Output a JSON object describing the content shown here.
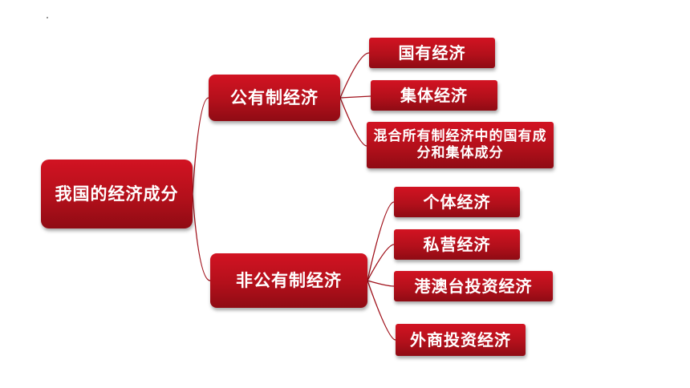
{
  "root": {
    "label": "我国的经济成分"
  },
  "public": {
    "label": "公有制经济",
    "children": [
      {
        "label": "国有经济"
      },
      {
        "label": "集体经济"
      },
      {
        "label": "混合所有制经济中的国有成分和集体成分"
      }
    ]
  },
  "nonpublic": {
    "label": "非公有制经济",
    "children": [
      {
        "label": "个体经济"
      },
      {
        "label": "私营经济"
      },
      {
        "label": "港澳台投资经济"
      },
      {
        "label": "外商投资经济"
      }
    ]
  },
  "colors": {
    "node_fill": "#c0111e",
    "node_text": "#ffffff",
    "connector": "#a0101a"
  }
}
